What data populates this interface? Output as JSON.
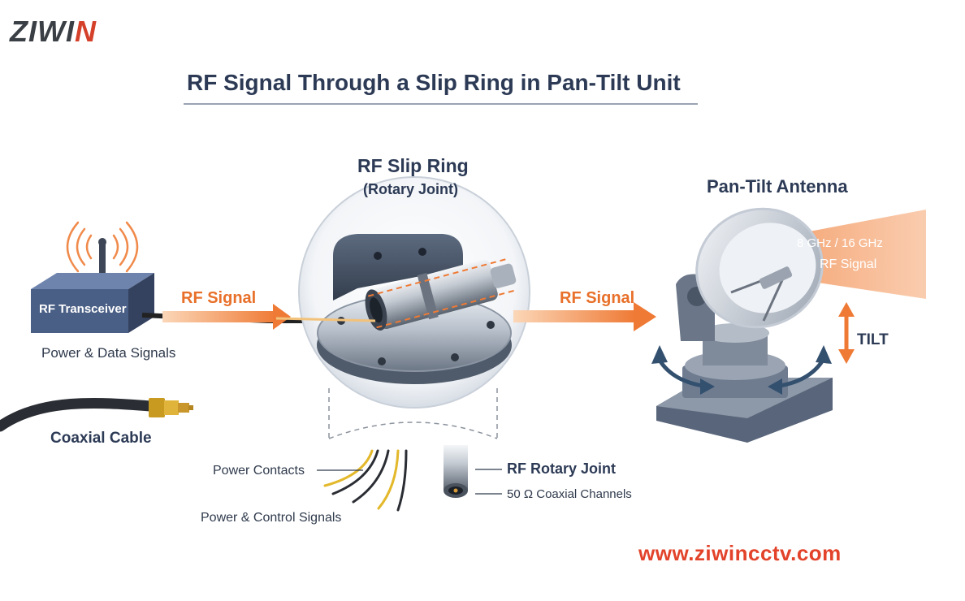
{
  "brand": {
    "logo_text_a": "ZIWI",
    "logo_text_b": "N"
  },
  "title": "RF Signal Through a Slip Ring in Pan-Tilt Unit",
  "slip_ring": {
    "heading": "RF Slip Ring",
    "subheading": "(Rotary Joint)"
  },
  "pan_tilt": {
    "heading": "Pan-Tilt Antenna"
  },
  "transceiver": {
    "label": "RF Transceiver",
    "caption": "Power & Data Signals"
  },
  "signal_left": "RF Signal",
  "signal_right": "RF Signal",
  "coax": {
    "label": "Coaxial Cable"
  },
  "power_contacts": "Power Contacts",
  "power_control": "Power & Control Signals",
  "rotary_joint": {
    "label": "RF Rotary Joint",
    "caption": "50 Ω Coaxial Channels"
  },
  "beam": {
    "line1": "8 GHz / 16 GHz",
    "line2": "RF Signal"
  },
  "tilt": "TILT",
  "website": "www.ziwincctv.com",
  "colors": {
    "accent": "#e8702a",
    "navy": "#2c3a55",
    "device": "#4a5f86"
  }
}
